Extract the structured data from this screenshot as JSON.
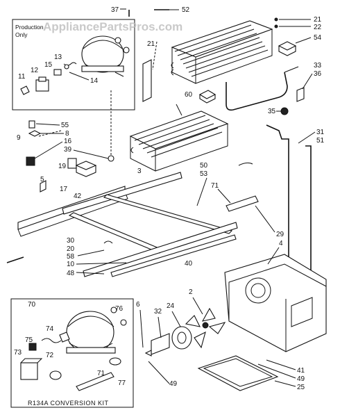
{
  "watermark": "AppliancePartsPros.com",
  "inset_top": {
    "title_line1": "Production",
    "title_line2": "Only"
  },
  "inset_bottom": {
    "title": "R134A CONVERSION KIT"
  },
  "labels": {
    "p37": "37",
    "p52": "52",
    "p21a": "21",
    "p22": "22",
    "p54": "54",
    "p21b": "21",
    "p13": "13",
    "p12": "12",
    "p15": "15",
    "p11": "11",
    "p14": "14",
    "p33": "33",
    "p36": "36",
    "p60": "60",
    "p35": "35",
    "p55": "55",
    "p8": "8",
    "p9": "9",
    "p16": "16",
    "p39": "39",
    "p31": "31",
    "p51": "51",
    "p19": "19",
    "p5": "5",
    "p17": "17",
    "p42": "42",
    "p3": "3",
    "p50": "50",
    "p53": "53",
    "p71a": "71",
    "p29": "29",
    "p4": "4",
    "p30": "30",
    "p20": "20",
    "p58": "58",
    "p10": "10",
    "p48": "48",
    "p40": "40",
    "p70": "70",
    "p76": "76",
    "p74": "74",
    "p75": "75",
    "p73": "73",
    "p72": "72",
    "p71b": "71",
    "p77": "77",
    "p6": "6",
    "p32": "32",
    "p24": "24",
    "p2": "2",
    "p49a": "49",
    "p41": "41",
    "p49b": "49",
    "p25": "25"
  }
}
